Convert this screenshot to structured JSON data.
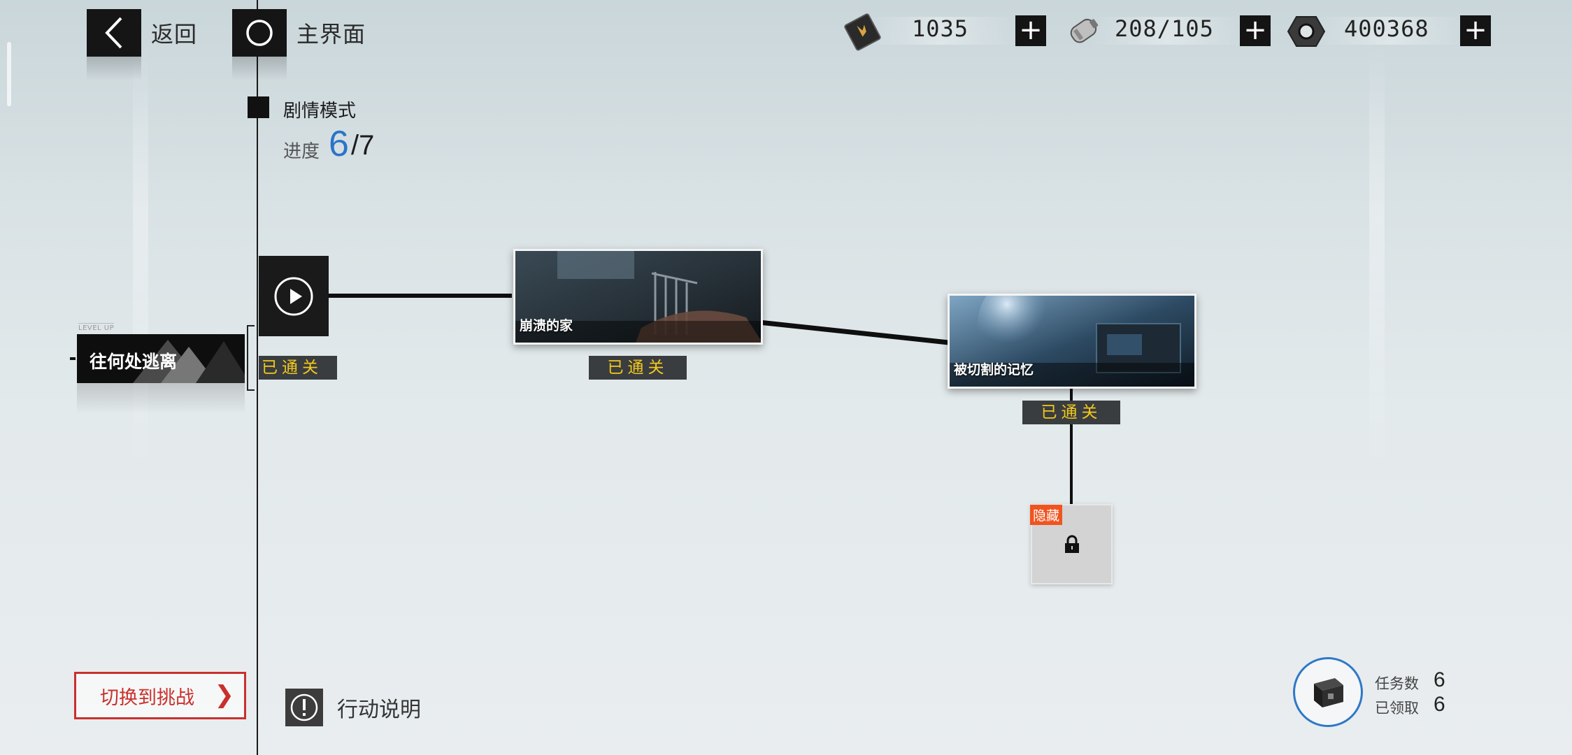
{
  "nav": {
    "back_label": "返回",
    "home_label": "主界面"
  },
  "resources": [
    {
      "icon": "card-ticket-icon",
      "value": "1035"
    },
    {
      "icon": "battery-canister-icon",
      "value": "208/105"
    },
    {
      "icon": "hex-nut-icon",
      "value": "400368"
    }
  ],
  "mode": {
    "label": "剧情模式",
    "progress_label": "进度",
    "progress_current": "6",
    "progress_total": "/7",
    "progress_color": "#2b74c9"
  },
  "level_up": {
    "tag": "LEVEL UP",
    "title": "往何处逃离"
  },
  "stages": [
    {
      "title": "",
      "status": "已通关",
      "type": "start"
    },
    {
      "title": "崩溃的家",
      "status": "已通关"
    },
    {
      "title": "被切割的记忆",
      "status": "已通关"
    },
    {
      "title": "",
      "status": "隐藏",
      "type": "locked"
    }
  ],
  "bottom": {
    "switch_label": "切换到挑战",
    "switch_arrow": "❯",
    "switch_color": "#c9302c",
    "info_label": "行动说明"
  },
  "tasks": {
    "count_label": "任务数",
    "count_value": "6",
    "claimed_label": "已领取",
    "claimed_value": "6",
    "ring_color": "#2f78c8"
  },
  "colors": {
    "cleared_text": "#f2c81d",
    "hidden_tag": "#f0541f"
  }
}
